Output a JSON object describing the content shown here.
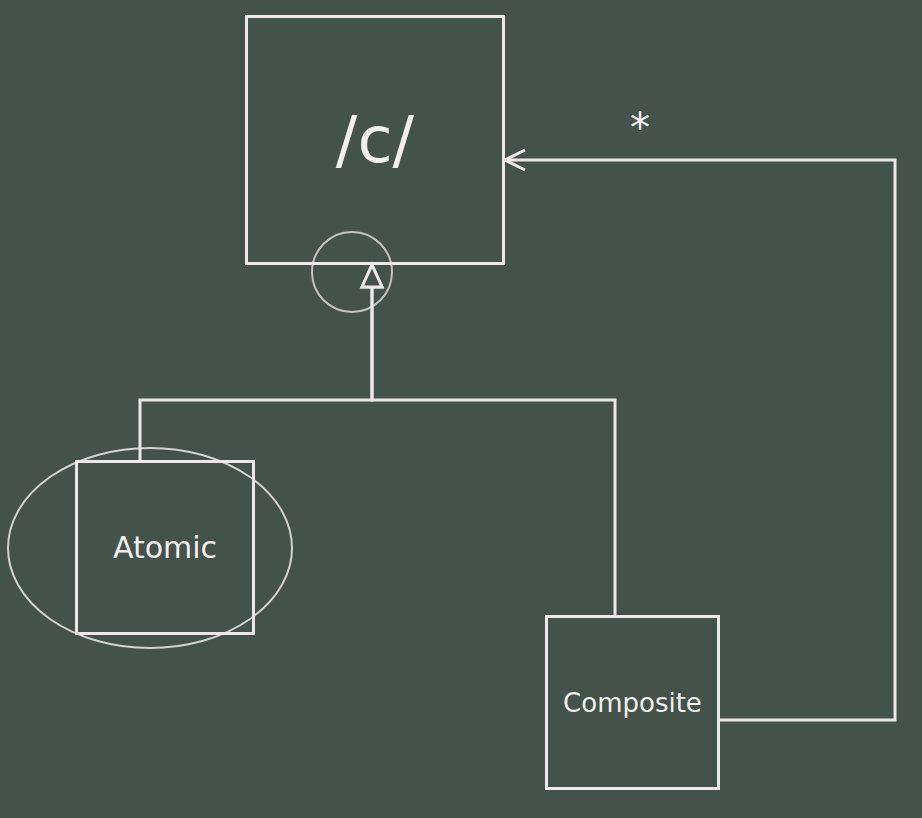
{
  "diagram": {
    "nodes": [
      {
        "text": [
          "/c/"
        ]
      },
      {
        "text": [
          "Atomic"
        ]
      },
      {
        "text": [
          "Composite"
        ]
      }
    ],
    "edges": [
      {
        "from": 1,
        "to": 0,
        "arrow": "to"
      },
      {
        "from": 2,
        "to": 0,
        "arrow": "to"
      },
      {
        "from": 2,
        "to": 0,
        "arrow": "to",
        "label": "*"
      }
    ]
  }
}
